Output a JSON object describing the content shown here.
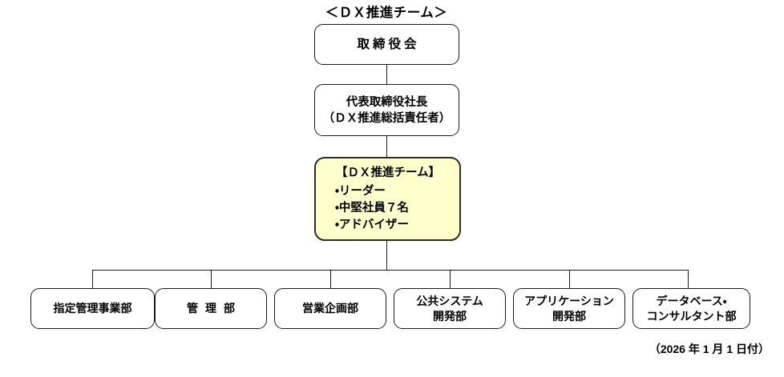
{
  "diagram": {
    "title": "＜ＤＸ推進チーム＞",
    "footnote": "（2026 年 1 月 1 日付）",
    "accent_fill": "#ffffcc",
    "line_color": "#1a1a1a",
    "background": "#ffffff"
  },
  "nodes": {
    "board": {
      "label": "取締役会"
    },
    "president": {
      "line1": "代表取締役社長",
      "line2": "（ＤＸ推進総括責任者）"
    },
    "dx_team": {
      "heading": "【ＤＸ推進チーム】",
      "members": [
        "・リーダー",
        "・中堅社員７名",
        "・アドバイザー"
      ]
    }
  },
  "departments": [
    {
      "line1": "指定管理事業部",
      "line2": ""
    },
    {
      "line1": "管理部",
      "line2": ""
    },
    {
      "line1": "営業企画部",
      "line2": ""
    },
    {
      "line1": "公共システム",
      "line2": "開発部"
    },
    {
      "line1": "アプリケーション",
      "line2": "開発部"
    },
    {
      "line1": "データベース・",
      "line2": "コンサルタント部"
    }
  ]
}
